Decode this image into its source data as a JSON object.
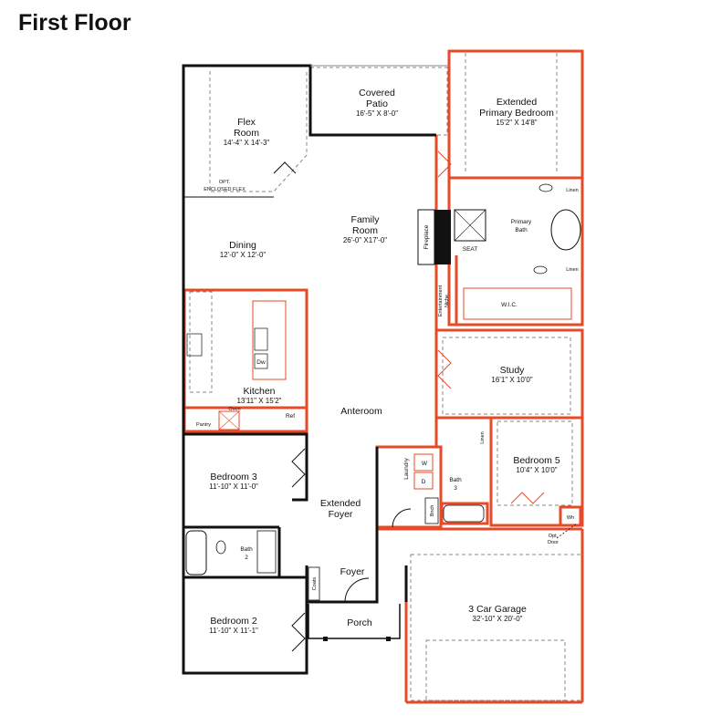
{
  "title": "First Floor",
  "colors": {
    "wall": "#111111",
    "highlight": "#e84a27",
    "dash": "#888888"
  },
  "rooms": {
    "flex": {
      "name1": "Flex",
      "name2": "Room",
      "dim": "14'-4\" X 14'-3\"",
      "note1": "OPT.",
      "note2": "ENCLOSED FLEX"
    },
    "patio": {
      "name1": "Covered",
      "name2": "Patio",
      "dim": "16'-5\" X 8'-0\""
    },
    "primary": {
      "name1": "Extended",
      "name2": "Primary Bedroom",
      "dim": "15'2\" X 14'8\""
    },
    "family": {
      "name1": "Family",
      "name2": "Room",
      "dim": "26'-0\" X17'-0\""
    },
    "dining": {
      "name": "Dining",
      "dim": "12'-0\" X 12'-0\""
    },
    "fireplace": "Fireplace",
    "seat": "SEAT",
    "primary_bath": {
      "name1": "Primary",
      "name2": "Bath"
    },
    "linen": "Linen",
    "ent_niche": {
      "line1": "Entertainment",
      "line2": "Niche"
    },
    "wic": "W.I.C.",
    "study": {
      "name": "Study",
      "dim": "16'1\" X 10'0\""
    },
    "kitchen": {
      "name": "Kitchen",
      "dim": "13'11\" X 15'2\""
    },
    "oven": "Oven",
    "ref": "Ref",
    "pantry": "Pantry",
    "dw": "Dw",
    "anteroom": "Anteroom",
    "bedroom3": {
      "name": "Bedroom 3",
      "dim": "11'-10\" X 11'-0\""
    },
    "laundry": "Laundry",
    "washer": "W",
    "dryer": "D",
    "bath3": {
      "name1": "Bath",
      "name2": "3"
    },
    "bench": "Bnch",
    "bedroom5": {
      "name": "Bedroom 5",
      "dim": "10'4\" X 10'0\""
    },
    "wh": "Wh",
    "opt_door": {
      "line1": "Opt.",
      "line2": "Door"
    },
    "ext_foyer": {
      "name1": "Extended",
      "name2": "Foyer"
    },
    "bath2": {
      "name1": "Bath",
      "name2": "2"
    },
    "coats": "Coats",
    "foyer": "Foyer",
    "garage": {
      "name": "3 Car Garage",
      "dim": "32'-10\" X 20'-0\""
    },
    "bedroom2": {
      "name": "Bedroom 2",
      "dim": "11'-10\" X 11'-1\""
    },
    "porch": "Porch"
  }
}
